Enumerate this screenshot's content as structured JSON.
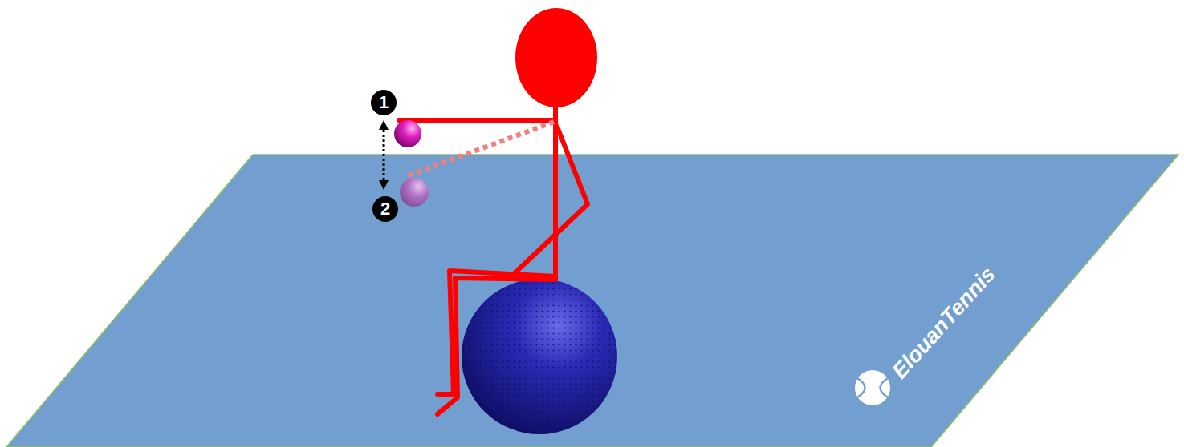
{
  "diagram": {
    "labels": [
      "1",
      "2",
      "ElouanTennis"
    ]
  }
}
